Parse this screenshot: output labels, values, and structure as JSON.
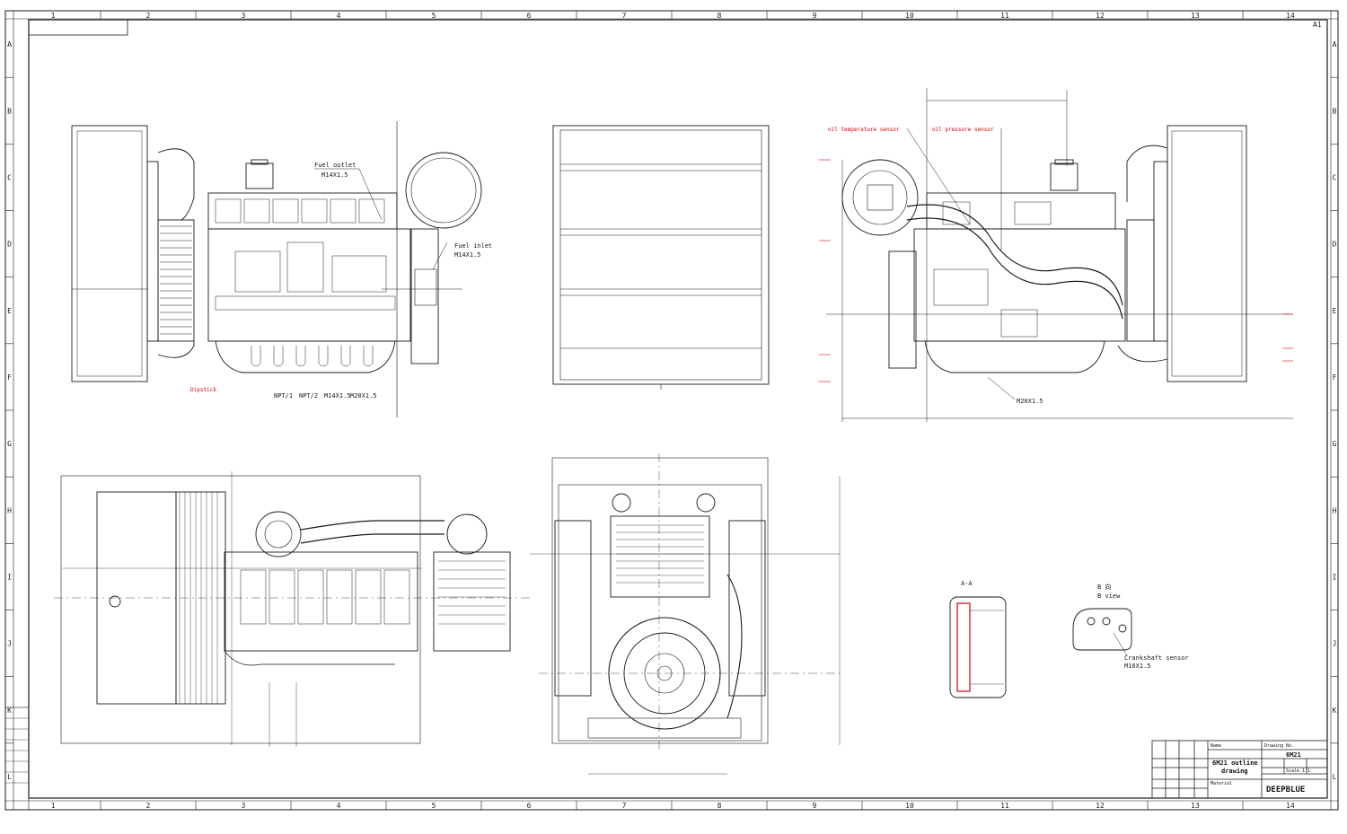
{
  "sheet": {
    "corner_tag": "A1",
    "zone_cols": [
      "1",
      "2",
      "3",
      "4",
      "5",
      "6",
      "7",
      "8",
      "9",
      "10",
      "11",
      "12",
      "13",
      "14"
    ],
    "zone_rows": [
      "A",
      "B",
      "C",
      "D",
      "E",
      "F",
      "G",
      "H",
      "I",
      "J",
      "K",
      "L"
    ]
  },
  "front_view": {
    "fuel_outlet": "Fuel outlet",
    "fuel_outlet_thread": "M14X1.5",
    "fuel_inlet": "Fuel inlet",
    "fuel_inlet_thread": "M14X1.5",
    "dipstick": "Dipstick",
    "bottom_labels": [
      "NPT/1",
      "NPT/2",
      "M14X1.5",
      "M20X1.5"
    ]
  },
  "side_view": {
    "oil_temperature_sensor": "oil temperature sensor",
    "oil_pressure_sensor": "oil pressure sensor",
    "drain_thread": "M20X1.5"
  },
  "details": {
    "section_aa": "A-A",
    "view_b_title": "B 向",
    "view_b_sub": "B view",
    "crankshaft_sensor": "Crankshaft sensor",
    "crankshaft_thread": "M16X1.5"
  },
  "title_block": {
    "name_label": "Name",
    "drawing_no_label": "Drawing No.",
    "drawing_no": "6M21",
    "title_line1": "6M21 outline",
    "title_line2": "drawing",
    "brand": "DEEPBLUE",
    "material": "Material",
    "scale": "Scale 1:1"
  },
  "colors": {
    "line": "#1a1a1a",
    "dimension": "#d8000c",
    "paper": "#ffffff"
  }
}
